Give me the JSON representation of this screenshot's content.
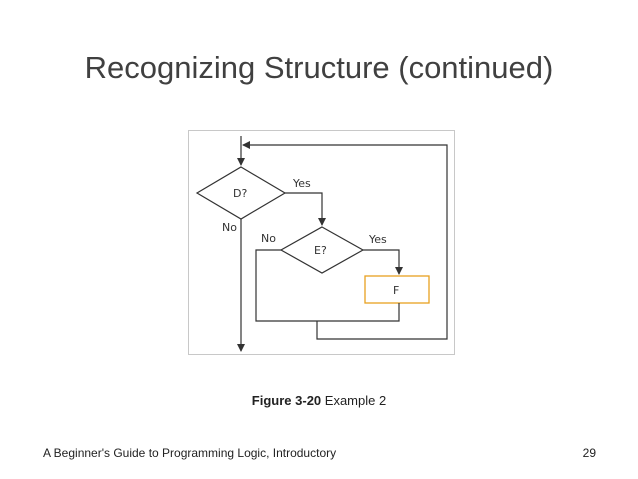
{
  "slide": {
    "title": "Recognizing Structure (continued)",
    "caption_figure": "Figure 3-20",
    "caption_text": " Example 2",
    "footer_text": "A Beginner's Guide to Programming Logic, Introductory",
    "page_number": "29"
  },
  "flowchart": {
    "decision_d": "D?",
    "decision_e": "E?",
    "process_f": "F",
    "d_yes_label": "Yes",
    "d_no_label": "No",
    "e_yes_label": "Yes",
    "e_no_label": "No",
    "colors": {
      "lines": "#333333",
      "process_border": "#e8a020",
      "frame_border": "#c8c8c8"
    }
  }
}
